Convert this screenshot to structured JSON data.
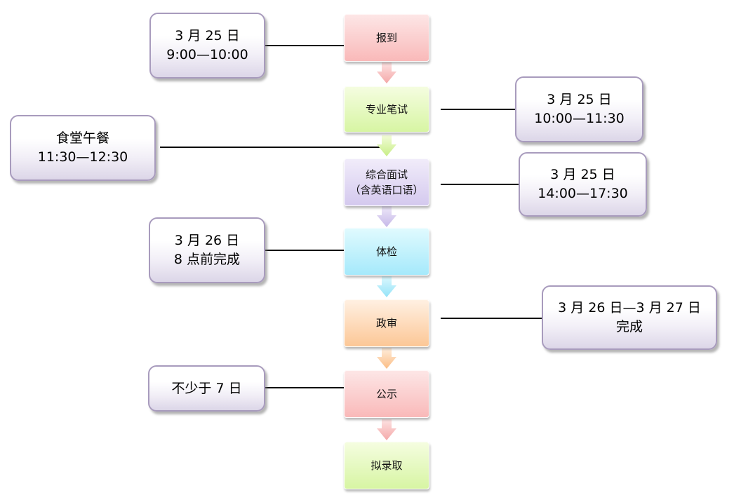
{
  "steps": [
    {
      "lines": [
        "报到"
      ]
    },
    {
      "lines": [
        "专业笔试"
      ]
    },
    {
      "lines": [
        "综合面试",
        "（含英语口语）"
      ]
    },
    {
      "lines": [
        "体检"
      ]
    },
    {
      "lines": [
        "政审"
      ]
    },
    {
      "lines": [
        "公示"
      ]
    },
    {
      "lines": [
        "拟录取"
      ]
    }
  ],
  "notes": [
    {
      "lines": [
        "3 月 25 日",
        "9:00—10:00"
      ]
    },
    {
      "lines": [
        "3 月 25 日",
        "10:00—11:30"
      ]
    },
    {
      "lines": [
        "食堂午餐",
        "11:30—12:30"
      ]
    },
    {
      "lines": [
        "3 月 25 日",
        "14:00—17:30"
      ]
    },
    {
      "lines": [
        "3 月 26 日",
        "8 点前完成"
      ]
    },
    {
      "lines": [
        "3 月 26 日—3 月 27 日",
        "完成"
      ]
    },
    {
      "lines": [
        "不少于 7 日"
      ]
    }
  ],
  "colors": {
    "step_pink": "#f9b9b9",
    "step_green": "#d7f5a3",
    "step_purple": "#d4c9ee",
    "step_cyan": "#a5e9fb",
    "step_orange": "#fcc796",
    "note_border": "#a89bbd",
    "connector": "#000000"
  },
  "icons": {
    "flow_arrow": "down-arrow-icon"
  }
}
